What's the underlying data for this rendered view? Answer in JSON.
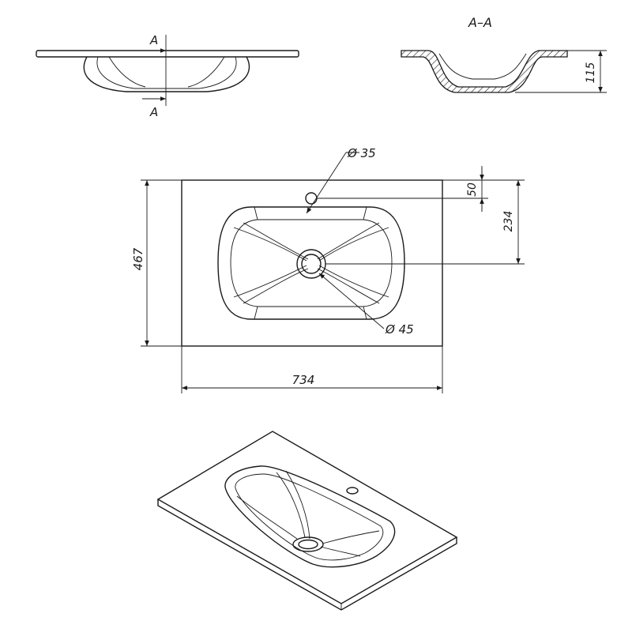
{
  "section_labels": {
    "cut_top": "A",
    "cut_bottom": "A",
    "section_title": "A–A"
  },
  "dimensions": {
    "height": "115",
    "faucet_hole": "Ø 35",
    "drain_hole": "Ø 45",
    "faucet_offset": "50",
    "drain_offset": "234",
    "depth": "467",
    "width": "734"
  }
}
